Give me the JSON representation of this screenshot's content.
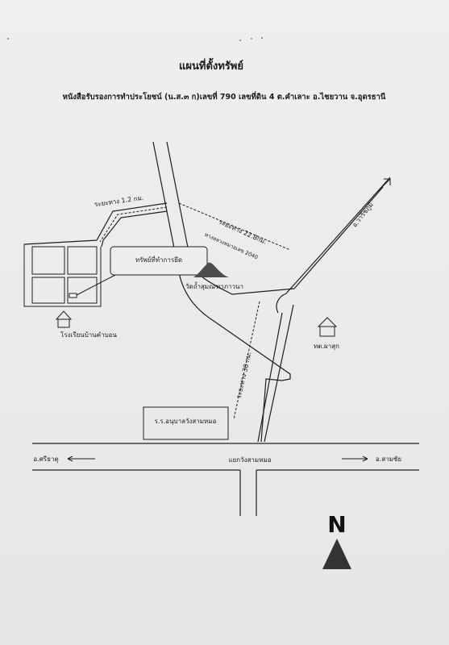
{
  "title": "แผนที่ตั้งทรัพย์",
  "subtitle": "หนังสือรับรองการทำประโยชน์ (น.ส.๓ ก)เลขที่ 790 เลขที่ดิน 4 ต.คำเลาะ  อ.ไชยวาน จ.อุดรธานี",
  "labels": {
    "distance_1": "ระยะทาง 1.2 กม.",
    "distance_2": "ระยะทาง 22.8กม.",
    "highway": "ทางหลวงหมายเลข 2040",
    "distance_3": "ระยะทาง 30 กม.",
    "seized_property": "ทรัพย์ที่ทำการยึด",
    "temple": "วัดถ้ำสุมณฑาภาวนา",
    "school": "โรงเรียนบ้านคำบอน",
    "sao_office": "ทต.ผาสุก",
    "kindergarten": "ร.ร.อนุบาลวังสามหมอ",
    "to_wang_san": "อ.วาริชภูมิ",
    "to_left": "อ.ศรีธาตุ",
    "junction": "แยกวังสามหมอ",
    "to_right": "อ.สามชัย",
    "north": "N"
  },
  "colors": {
    "paper": "#ebebeb",
    "ink": "#1e1e1e",
    "mountain": "#4c4c4c",
    "north_arrow": "#333333"
  },
  "icons": [
    "house-icon",
    "mountain-icon",
    "north-arrow-icon",
    "arrow-right-icon",
    "arrow-left-icon"
  ]
}
